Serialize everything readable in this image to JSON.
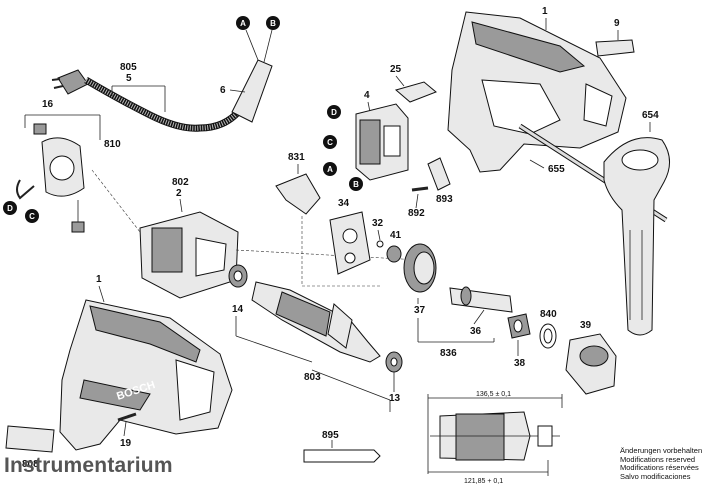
{
  "watermark": "Instrumentarium",
  "notes": [
    "Änderungen vorbehalten",
    "Modifications reserved",
    "Modifications réservées",
    "Salvo modificaciones"
  ],
  "dimensions": {
    "upper": "136,5 ± 0,1",
    "lower": "121,85 + 0,1"
  },
  "callouts": {
    "p1": "1",
    "p9": "9",
    "p654": "654",
    "p655": "655",
    "p893": "893",
    "p892": "892",
    "p25": "25",
    "p4": "4",
    "p805": "805",
    "p5": "5",
    "p6": "6",
    "p16": "16",
    "p810": "810",
    "p802": "802",
    "p2": "2",
    "p831": "831",
    "p34": "34",
    "p32": "32",
    "p41": "41",
    "p14": "14",
    "p1b": "1",
    "p37": "37",
    "p36": "36",
    "p836": "836",
    "p840": "840",
    "p39": "39",
    "p38": "38",
    "p803": "803",
    "p13": "13",
    "p19": "19",
    "p808": "808",
    "p895": "895"
  },
  "markers": {
    "a1": "A",
    "b1": "B",
    "d1": "D",
    "c1": "C",
    "a2": "A",
    "b2": "B",
    "d2": "D",
    "c2": "C"
  }
}
